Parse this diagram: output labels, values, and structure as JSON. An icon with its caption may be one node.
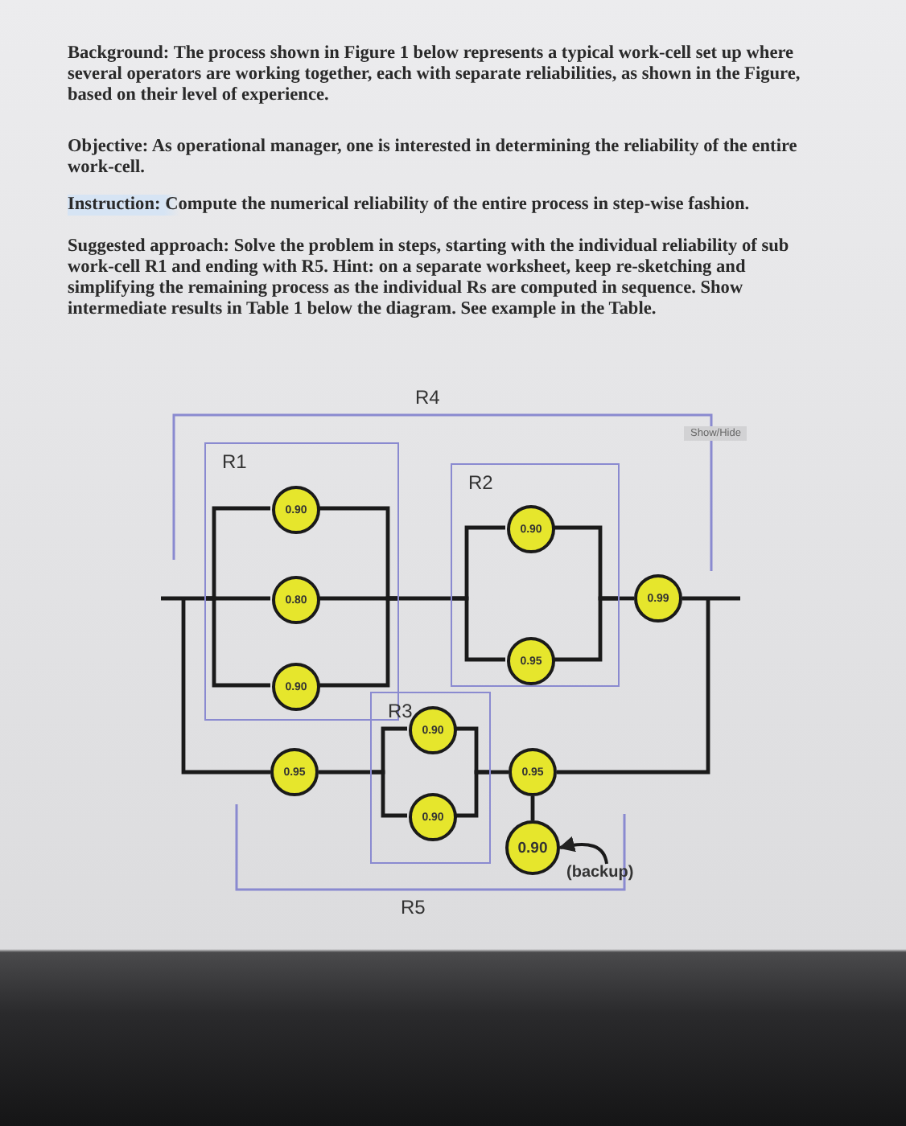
{
  "diagram": {
    "nodes": [
      {
        "text": [
          "R1"
        ]
      },
      {
        "text": [
          "0.90"
        ],
        "in": 0
      },
      {
        "text": [
          "0.80"
        ],
        "in": 0
      },
      {
        "text": [
          "0.90"
        ],
        "in": 0
      },
      {
        "text": [
          "R2"
        ]
      },
      {
        "text": [
          "0.90"
        ],
        "in": 4
      },
      {
        "text": [
          "0.95"
        ],
        "in": 4
      },
      {
        "text": [
          "0.99"
        ]
      },
      {
        "text": [
          "0.95"
        ]
      },
      {
        "text": [
          "R3"
        ]
      },
      {
        "text": [
          "0.90"
        ],
        "in": 9
      },
      {
        "text": [
          "0.90"
        ],
        "in": 9
      },
      {
        "text": [
          "0.95"
        ]
      },
      {
        "text": [
          "0.90"
        ]
      },
      {
        "text": [
          "(backup)"
        ]
      }
    ],
    "edges": [
      {
        "from": null,
        "to": 0,
        "arrow": "none"
      },
      {
        "from": 0,
        "to": 4,
        "arrow": "none"
      },
      {
        "from": 4,
        "to": 7,
        "arrow": "none"
      },
      {
        "from": 7,
        "to": null,
        "arrow": "none"
      },
      {
        "from": null,
        "to": 8,
        "arrow": "none"
      },
      {
        "from": 8,
        "to": 9,
        "arrow": "none"
      },
      {
        "from": 9,
        "to": 12,
        "arrow": "none"
      },
      {
        "from": 12,
        "to": null,
        "arrow": "none"
      },
      {
        "from": 12,
        "to": 13,
        "arrow": "none"
      },
      {
        "from": 14,
        "to": 13,
        "arrow": "to"
      },
      {
        "from": 0,
        "to": 1,
        "arrow": "none"
      },
      {
        "from": 0,
        "to": 2,
        "arrow": "none"
      },
      {
        "from": 0,
        "to": 3,
        "arrow": "none"
      },
      {
        "from": 1,
        "to": 0,
        "arrow": "none"
      },
      {
        "from": 2,
        "to": 0,
        "arrow": "none"
      },
      {
        "from": 3,
        "to": 0,
        "arrow": "none"
      },
      {
        "from": 4,
        "to": 5,
        "arrow": "none"
      },
      {
        "from": 4,
        "to": 6,
        "arrow": "none"
      },
      {
        "from": 5,
        "to": 4,
        "arrow": "none"
      },
      {
        "from": 6,
        "to": 4,
        "arrow": "none"
      },
      {
        "from": 9,
        "to": 10,
        "arrow": "none"
      },
      {
        "from": 9,
        "to": 11,
        "arrow": "none"
      },
      {
        "from": 10,
        "to": 9,
        "arrow": "none"
      },
      {
        "from": 11,
        "to": 9,
        "arrow": "none"
      }
    ],
    "labels": [
      "Background: The process shown in Figure 1 below represents a typical work-cell set up where several operators are working together, each with separate reliabilities, as shown in the Figure, based on their level of experience.",
      "Objective: As operational manager, one is interested in determining the reliability of the entire work-cell.",
      "Instruction: Compute the numerical reliability of the entire process in step-wise fashion.",
      "Suggested approach: Solve the problem in steps, starting with the individual reliability of sub work-cell R1 and ending with R5. Hint: on a separate worksheet, keep re-sketching and simplifying the remaining process as the individual Rs are computed in sequence. Show intermediate results in Table 1 below the diagram. See example in the Table.",
      "R4",
      "Show/Hide",
      "R5"
    ]
  }
}
